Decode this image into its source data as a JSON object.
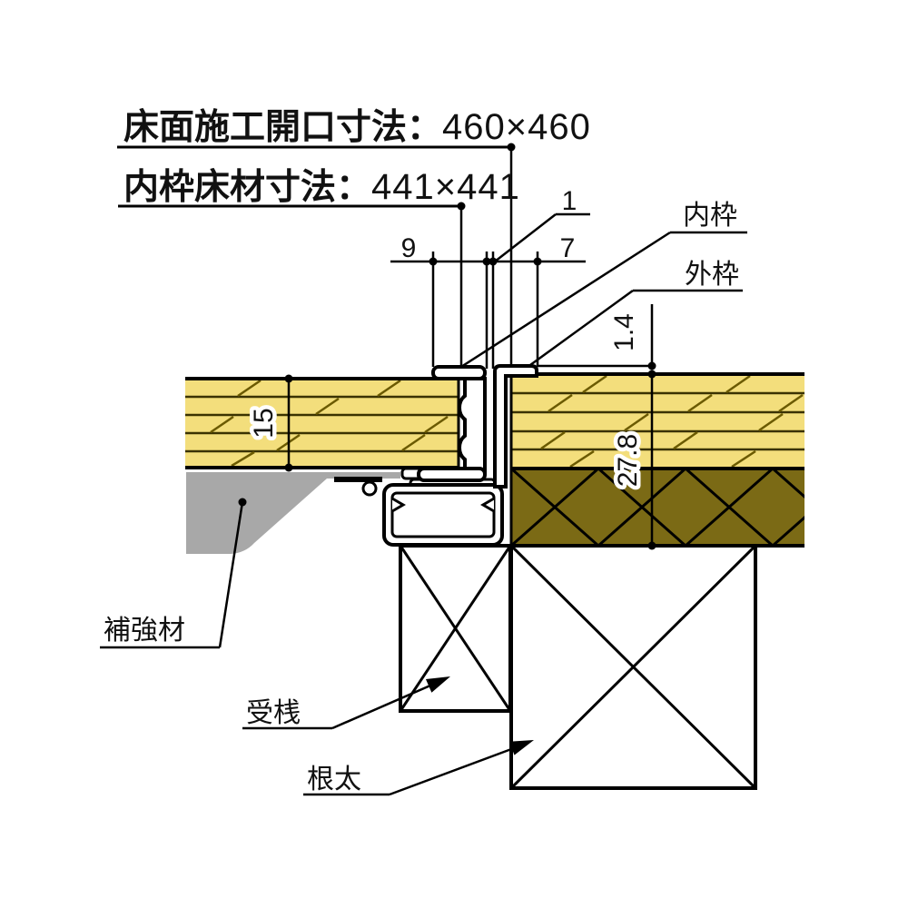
{
  "titles": {
    "opening": {
      "label": "床面施工開口寸法：",
      "value": "460×460"
    },
    "panel": {
      "label": "内枠床材寸法：",
      "value": "441×441"
    }
  },
  "dims": {
    "left_gap": "9",
    "frame_gap": "1",
    "right_gap": "7",
    "lip_height": "1.4",
    "panel_thickness": "15",
    "floor_total": "27.8"
  },
  "parts": {
    "inner_frame": "内枠",
    "outer_frame": "外枠",
    "reinforcement": "補強材",
    "batten": "受桟",
    "joist": "根太"
  },
  "colors": {
    "wood": "#f3de7c",
    "ply_line": "#3a3200",
    "grain": "#6b5a00",
    "underlay": "#7b6a15",
    "gray": "#a8a8a8"
  }
}
